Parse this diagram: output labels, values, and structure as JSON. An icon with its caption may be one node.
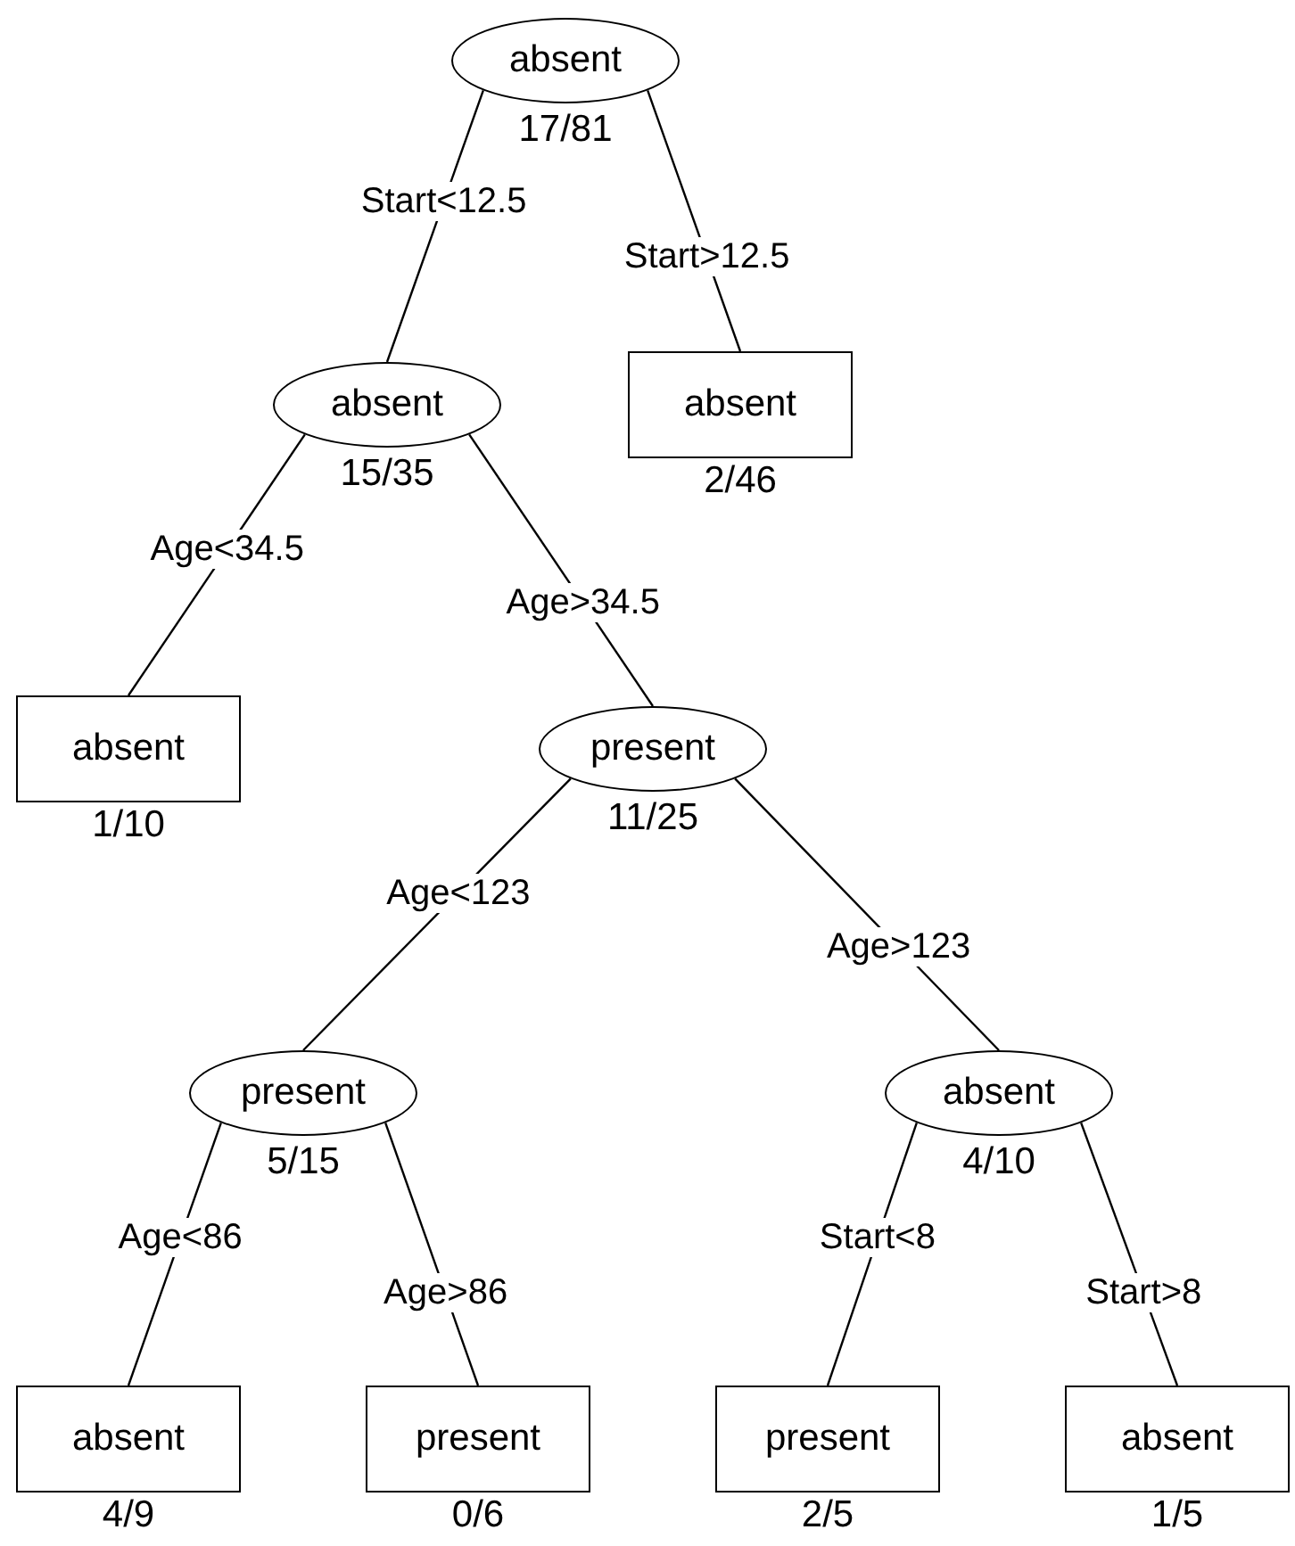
{
  "diagram": {
    "nodes": [
      {
        "text": [
          "absent"
        ],
        "beside": [
          "17/81"
        ]
      },
      {
        "text": [
          "absent"
        ],
        "beside": [
          "15/35"
        ]
      },
      {
        "text": [
          "absent"
        ],
        "beside": [
          "2/46"
        ]
      },
      {
        "text": [
          "absent"
        ],
        "beside": [
          "1/10"
        ]
      },
      {
        "text": [
          "present"
        ],
        "beside": [
          "11/25"
        ]
      },
      {
        "text": [
          "present"
        ],
        "beside": [
          "5/15"
        ]
      },
      {
        "text": [
          "absent"
        ],
        "beside": [
          "4/10"
        ]
      },
      {
        "text": [
          "absent"
        ],
        "beside": [
          "4/9"
        ]
      },
      {
        "text": [
          "present"
        ],
        "beside": [
          "0/6"
        ]
      },
      {
        "text": [
          "present"
        ],
        "beside": [
          "2/5"
        ]
      },
      {
        "text": [
          "absent"
        ],
        "beside": [
          "1/5"
        ]
      }
    ],
    "edges": [
      {
        "from": 0,
        "to": 1,
        "arrow": "none",
        "label": "Start<12.5"
      },
      {
        "from": 0,
        "to": 2,
        "arrow": "none",
        "label": "Start>12.5"
      },
      {
        "from": 1,
        "to": 3,
        "arrow": "none",
        "label": "Age<34.5"
      },
      {
        "from": 1,
        "to": 4,
        "arrow": "none",
        "label": "Age>34.5"
      },
      {
        "from": 4,
        "to": 5,
        "arrow": "none",
        "label": "Age<123"
      },
      {
        "from": 4,
        "to": 6,
        "arrow": "none",
        "label": "Age>123"
      },
      {
        "from": 5,
        "to": 7,
        "arrow": "none",
        "label": "Age<86"
      },
      {
        "from": 5,
        "to": 8,
        "arrow": "none",
        "label": "Age>86"
      },
      {
        "from": 6,
        "to": 9,
        "arrow": "none",
        "label": "Start<8"
      },
      {
        "from": 6,
        "to": 10,
        "arrow": "none",
        "label": "Start>8"
      }
    ]
  }
}
